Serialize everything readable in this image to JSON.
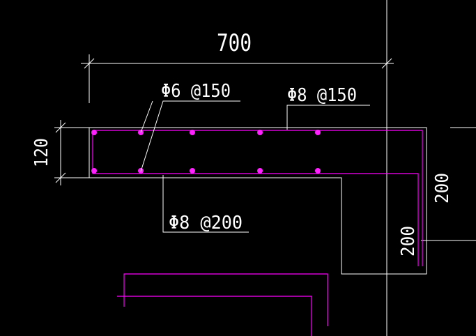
{
  "colors": {
    "background": "#000000",
    "linework": "#ffffff",
    "rebar": "#ff00ff",
    "rebar_dot": "#ff22ff"
  },
  "dimensions": {
    "overall_width": "700",
    "slab_thickness": "120",
    "vertical_right": "200",
    "vertical_inner": "200"
  },
  "rebar_labels": {
    "top_left": "Φ6 @150",
    "top_right": "Φ8 @150",
    "bottom": "Φ8 @200"
  },
  "rebar_dots": {
    "top_row_count": 5,
    "bottom_row_count": 5
  }
}
